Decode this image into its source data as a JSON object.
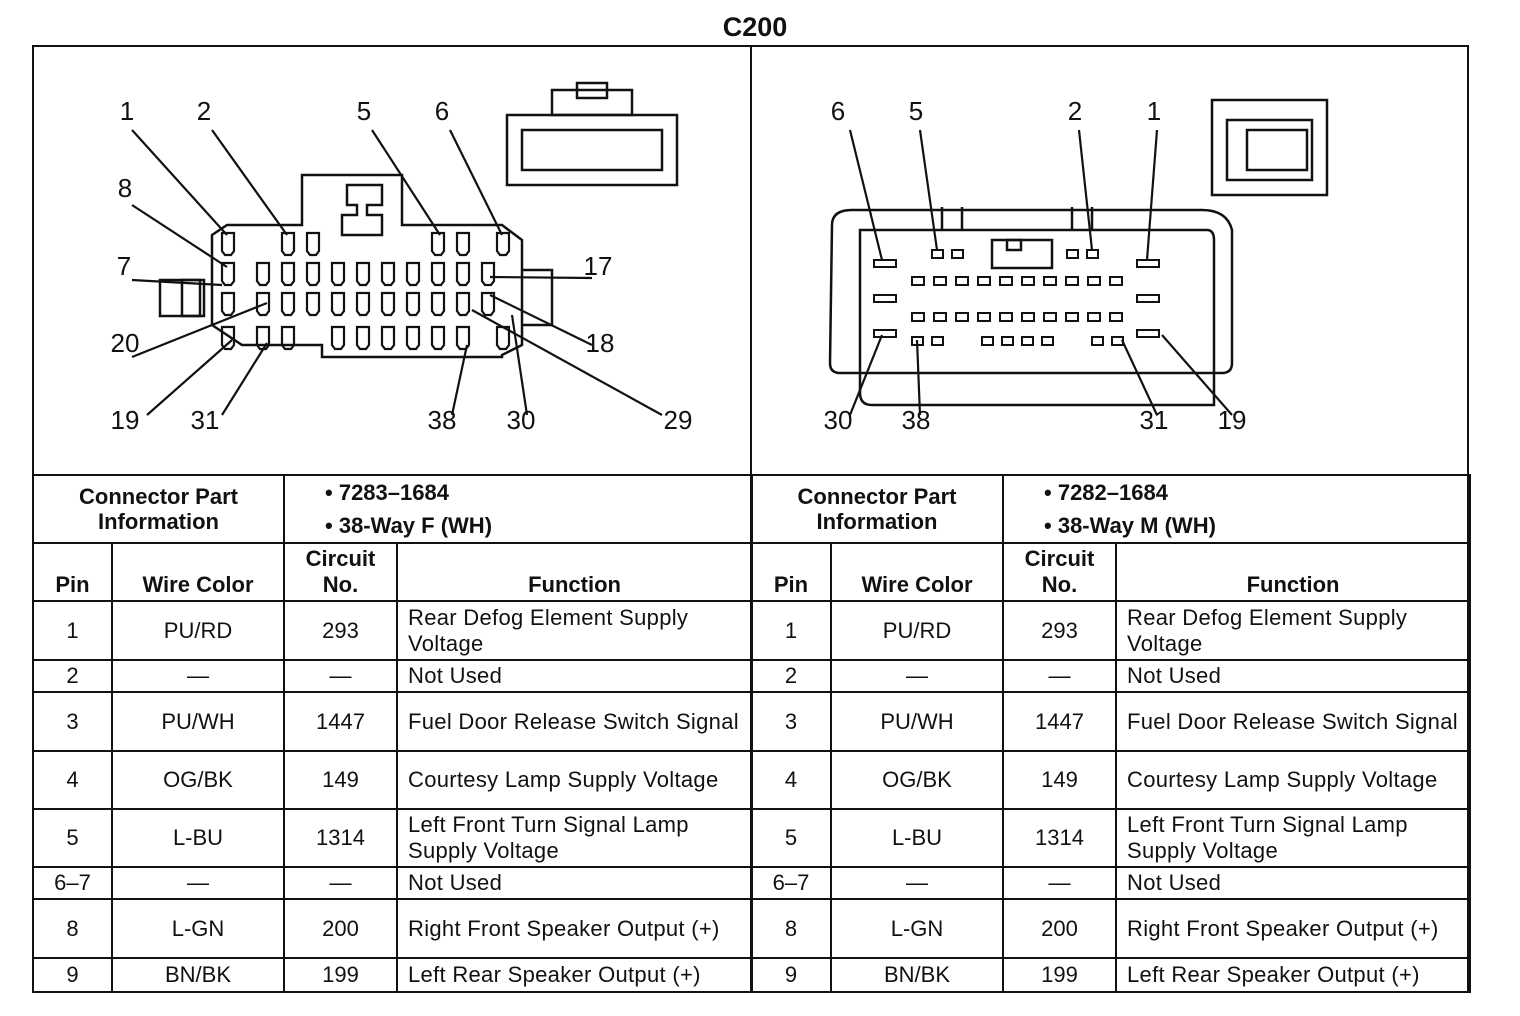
{
  "title": "C200",
  "left": {
    "pin_labels": [
      "1",
      "2",
      "5",
      "6",
      "8",
      "7",
      "17",
      "20",
      "18",
      "19",
      "31",
      "38",
      "30",
      "29"
    ],
    "connector_info_label": "Connector Part Information",
    "info": [
      "• 7283–1684",
      "• 38-Way F (WH)"
    ],
    "headers": {
      "pin": "Pin",
      "wire_color": "Wire Color",
      "circuit_no": "Circuit No.",
      "function": "Function"
    },
    "rows": [
      {
        "pin": "1",
        "wire": "PU/RD",
        "circuit": "293",
        "function": "Rear Defog Element Supply Voltage"
      },
      {
        "pin": "2",
        "wire": "—",
        "circuit": "—",
        "function": "Not Used"
      },
      {
        "pin": "3",
        "wire": "PU/WH",
        "circuit": "1447",
        "function": "Fuel Door Release Switch Signal"
      },
      {
        "pin": "4",
        "wire": "OG/BK",
        "circuit": "149",
        "function": "Courtesy Lamp Supply Voltage"
      },
      {
        "pin": "5",
        "wire": "L-BU",
        "circuit": "1314",
        "function": "Left Front Turn Signal Lamp Supply Voltage"
      },
      {
        "pin": "6–7",
        "wire": "—",
        "circuit": "—",
        "function": "Not Used"
      },
      {
        "pin": "8",
        "wire": "L-GN",
        "circuit": "200",
        "function": "Right Front Speaker Output (+)"
      },
      {
        "pin": "9",
        "wire": "BN/BK",
        "circuit": "199",
        "function": "Left Rear Speaker Output (+)"
      }
    ]
  },
  "right": {
    "pin_labels": [
      "6",
      "5",
      "2",
      "1",
      "30",
      "38",
      "31",
      "19"
    ],
    "connector_info_label": "Connector Part Information",
    "info": [
      "• 7282–1684",
      "• 38-Way M (WH)"
    ],
    "headers": {
      "pin": "Pin",
      "wire_color": "Wire Color",
      "circuit_no": "Circuit No.",
      "function": "Function"
    },
    "rows": [
      {
        "pin": "1",
        "wire": "PU/RD",
        "circuit": "293",
        "function": "Rear Defog Element Supply Voltage"
      },
      {
        "pin": "2",
        "wire": "—",
        "circuit": "—",
        "function": "Not Used"
      },
      {
        "pin": "3",
        "wire": "PU/WH",
        "circuit": "1447",
        "function": "Fuel Door Release Switch Signal"
      },
      {
        "pin": "4",
        "wire": "OG/BK",
        "circuit": "149",
        "function": "Courtesy Lamp Supply Voltage"
      },
      {
        "pin": "5",
        "wire": "L-BU",
        "circuit": "1314",
        "function": "Left Front Turn Signal Lamp Supply Voltage"
      },
      {
        "pin": "6–7",
        "wire": "—",
        "circuit": "—",
        "function": "Not Used"
      },
      {
        "pin": "8",
        "wire": "L-GN",
        "circuit": "200",
        "function": "Right Front Speaker Output (+)"
      },
      {
        "pin": "9",
        "wire": "BN/BK",
        "circuit": "199",
        "function": "Left Rear Speaker Output (+)"
      }
    ]
  }
}
